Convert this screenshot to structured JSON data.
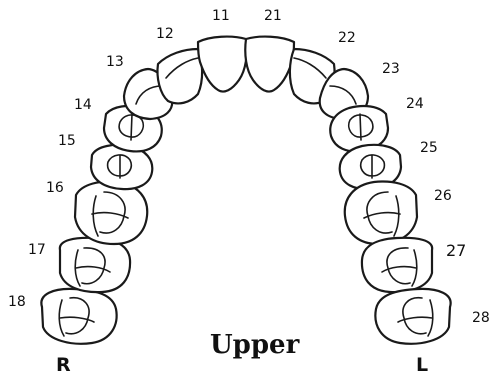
{
  "diagram": {
    "title": "Upper",
    "right_label": "R",
    "left_label": "L",
    "teeth": [
      {
        "number": "11",
        "type": "incisor"
      },
      {
        "number": "12",
        "type": "lateral"
      },
      {
        "number": "13",
        "type": "canine"
      },
      {
        "number": "14",
        "type": "premolar"
      },
      {
        "number": "15",
        "type": "premolar"
      },
      {
        "number": "16",
        "type": "molar"
      },
      {
        "number": "17",
        "type": "molar"
      },
      {
        "number": "18",
        "type": "molar"
      },
      {
        "number": "21",
        "type": "incisor"
      },
      {
        "number": "22",
        "type": "lateral"
      },
      {
        "number": "23",
        "type": "canine"
      },
      {
        "number": "24",
        "type": "premolar"
      },
      {
        "number": "25",
        "type": "premolar"
      },
      {
        "number": "26",
        "type": "molar"
      },
      {
        "number": "27",
        "type": "molar"
      },
      {
        "number": "28",
        "type": "molar"
      }
    ]
  }
}
